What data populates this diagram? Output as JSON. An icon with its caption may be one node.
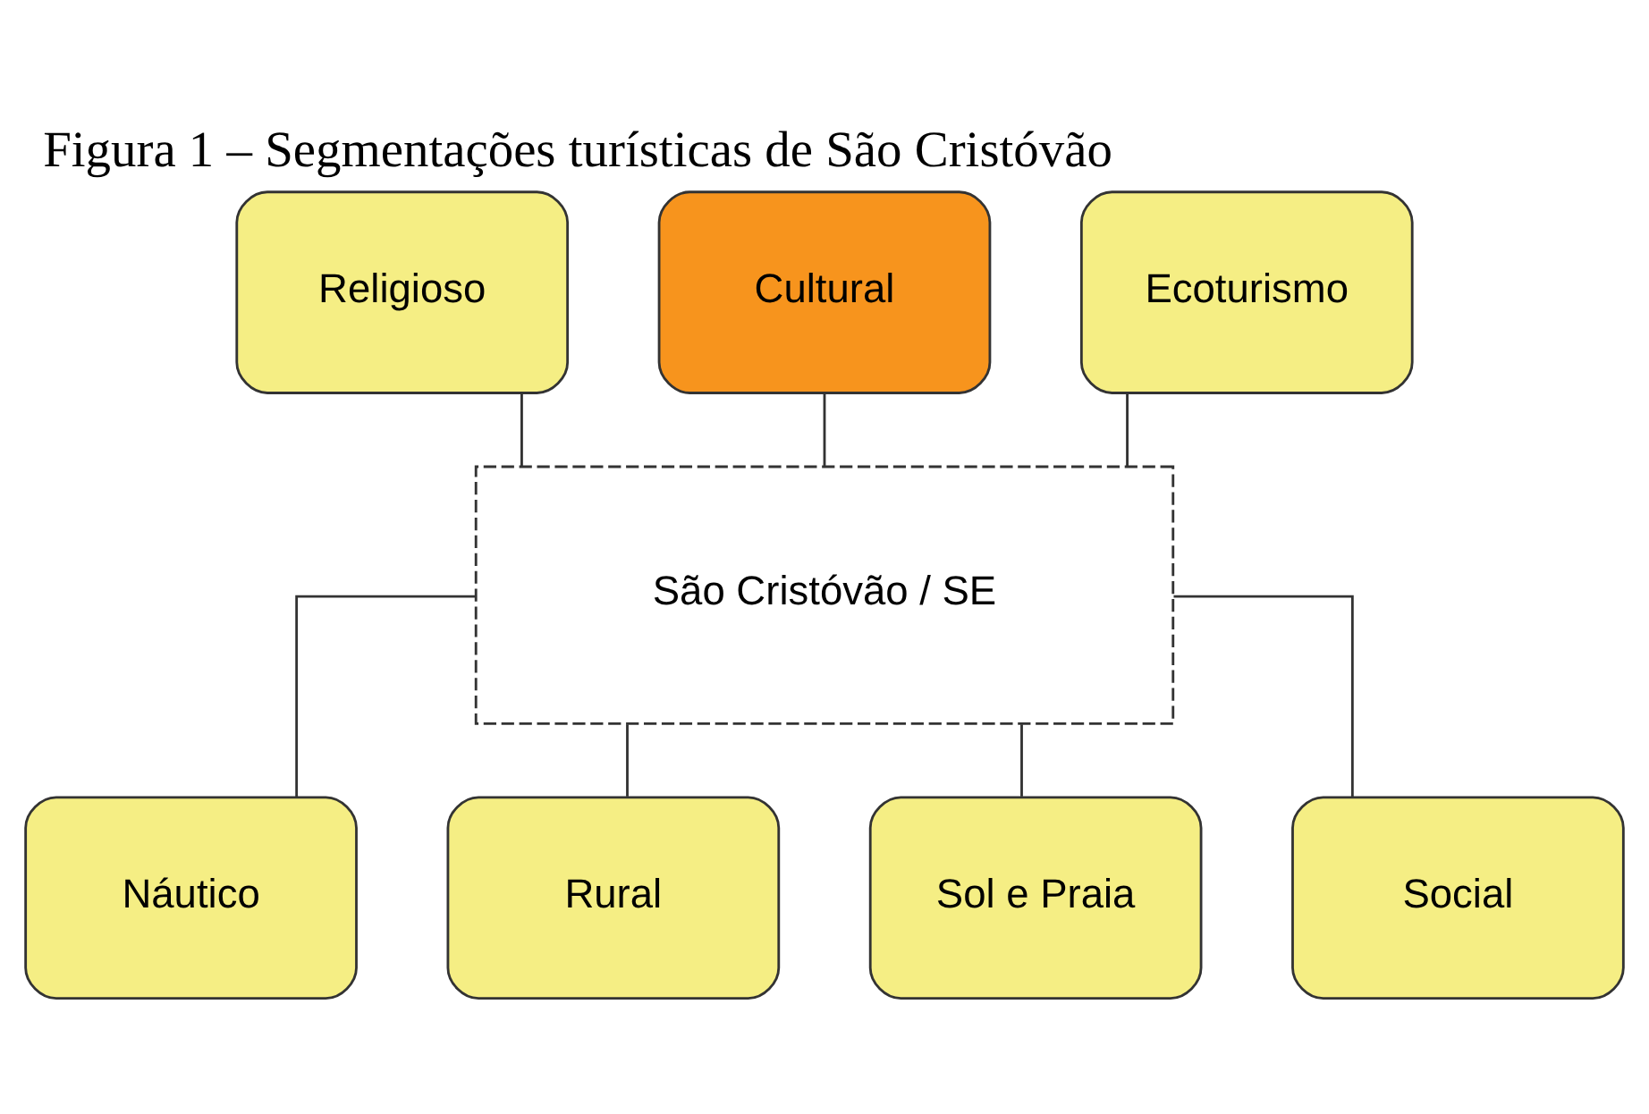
{
  "diagram": {
    "title": "Figura 1 – Segmentações turísticas de São Cristóvão",
    "nodes": [
      {
        "text": [
          "Cultural"
        ]
      },
      {
        "text": [
          "Religioso"
        ]
      },
      {
        "text": [
          "Ecoturismo"
        ]
      },
      {
        "text": [
          "São Cristóvão / SE"
        ]
      },
      {
        "text": [
          "Náutico"
        ]
      },
      {
        "text": [
          "Social"
        ]
      },
      {
        "text": [
          "Rural"
        ]
      },
      {
        "text": [
          "Sol e Praia"
        ]
      }
    ],
    "edges": [
      {
        "from": 0,
        "to": 3,
        "arrow": "none"
      },
      {
        "from": 1,
        "to": 3,
        "arrow": "none"
      },
      {
        "from": 2,
        "to": 3,
        "arrow": "none"
      },
      {
        "from": 3,
        "to": 4,
        "arrow": "none"
      },
      {
        "from": 3,
        "to": 5,
        "arrow": "none"
      },
      {
        "from": 3,
        "to": 6,
        "arrow": "none"
      },
      {
        "from": 3,
        "to": 7,
        "arrow": "none"
      }
    ]
  }
}
